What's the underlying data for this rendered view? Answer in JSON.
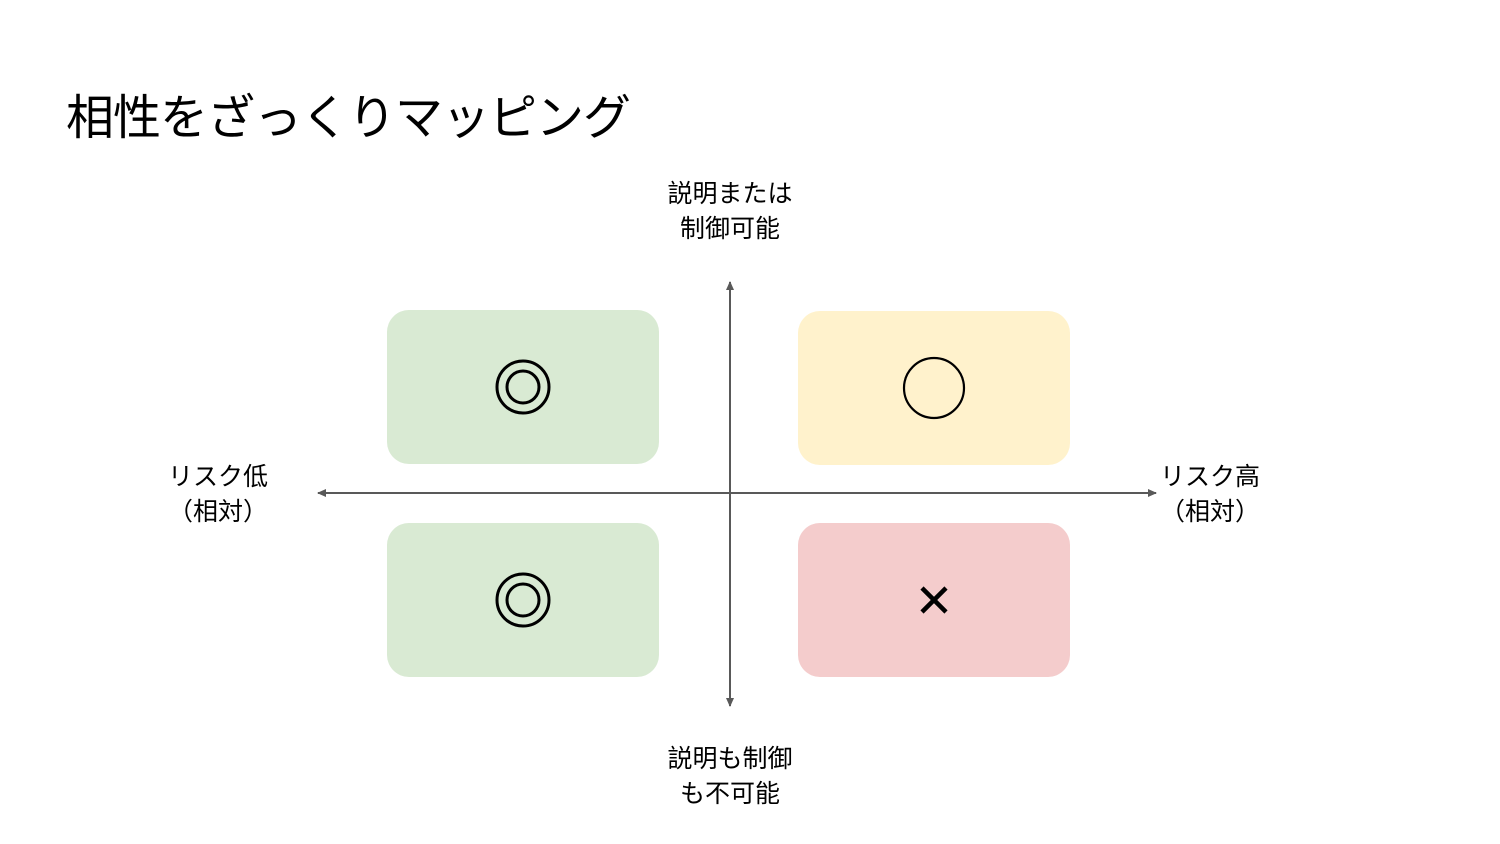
{
  "title": "相性をざっくりマッピング",
  "axes": {
    "top": [
      "説明または",
      "制御可能"
    ],
    "bottom": [
      "説明も制御",
      "も不可能"
    ],
    "left": [
      "リスク低",
      "（相対）"
    ],
    "right": [
      "リスク高",
      "（相対）"
    ]
  },
  "quadrants": {
    "top_left": {
      "symbol": "double-circle-icon",
      "color": "#d9ead3"
    },
    "top_right": {
      "symbol": "circle-icon",
      "color": "#fff2cc"
    },
    "bottom_left": {
      "symbol": "double-circle-icon",
      "color": "#d9ead3"
    },
    "bottom_right": {
      "symbol": "cross-icon",
      "color": "#f4cccc"
    }
  },
  "axis_color": "#595959"
}
